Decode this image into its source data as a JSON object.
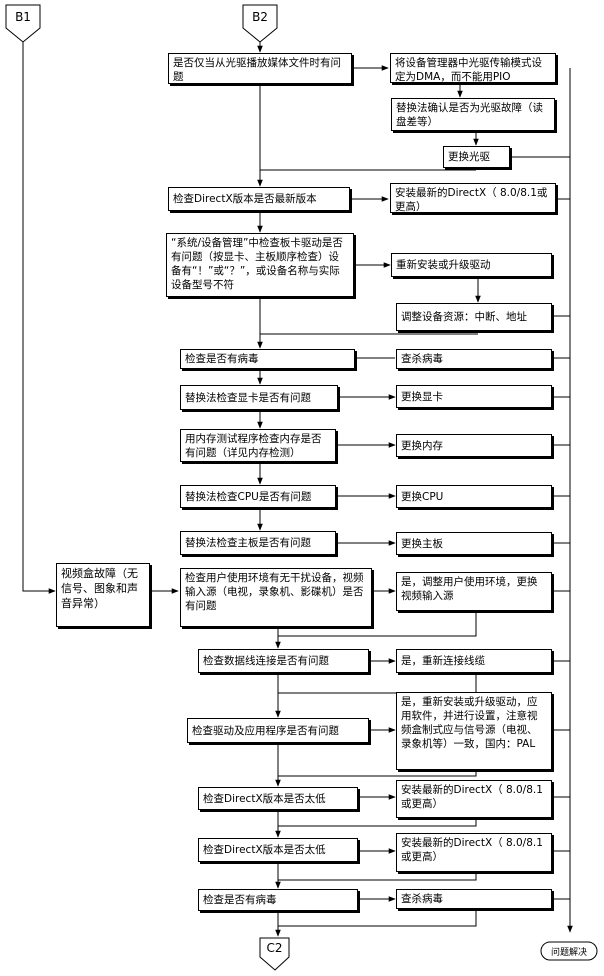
{
  "connectors": {
    "b1": "B1",
    "b2": "B2",
    "c2": "C2"
  },
  "terminal": "问题解决",
  "main": {
    "optical_only": "是否仅当从光驱播放媒体文件时有问题",
    "directx_check": "检查DirectX版本是否最新版本",
    "device_manager": "“系统/设备管理”中检查板卡驱动是否有问题（按显卡、主板顺序检查）设备有“！”或“？”，或设备名称与实际设备型号不符",
    "virus_check": "检查是否有病毒",
    "gpu_swap": "替换法检查显卡是否有问题",
    "memtest": "用内存测试程序检查内存是否有问题（详见内存检测）",
    "cpu_swap": "替换法检查CPU是否有问题",
    "board_swap": "替换法检查主板是否有问题"
  },
  "actions": {
    "dma": "将设备管理器中光驱传输模式设定为DMA，而不能用PIO",
    "optical_confirm": "替换法确认是否为光驱故障（读盘差等）",
    "replace_optical": "更换光驱",
    "install_dx": "安装最新的DirectX（ 8.0/8.1或更高）",
    "reinstall_driver": "重新安装或升级驱动",
    "adjust_resources": "调整设备资源：中断、地址",
    "kill_virus": "查杀病毒",
    "replace_gpu": "更换显卡",
    "replace_ram": "更换内存",
    "replace_cpu": "更换CPU",
    "replace_board": "更换主板"
  },
  "video_box": {
    "fault": "视频盒故障（无信号、图象和声音异常）",
    "env_check": "检查用户使用环境有无干扰设备，视频输入源（电视，录象机、影碟机）是否有问题",
    "env_fix": "是，调整用户使用环境，更换视频输入源",
    "cable_check": "检查数据线连接是否有问题",
    "cable_fix": "是，重新连接线缆",
    "driver_check": "检查驱动及应用程序是否有问题",
    "driver_fix": "是，重新安装或升级驱动，应用软件，并进行设置，注意视频盒制式应与信号源（电视、录象机等）一致，国内：PAL",
    "dx_low_1": "检查DirectX版本是否太低",
    "dx_install_1": "安装最新的DirectX（ 8.0/8.1或更高）",
    "dx_low_2": "检查DirectX版本是否太低",
    "dx_install_2": "安装最新的DirectX（ 8.0/8.1或更高）",
    "virus_check": "检查是否有病毒",
    "kill_virus": "查杀病毒"
  }
}
